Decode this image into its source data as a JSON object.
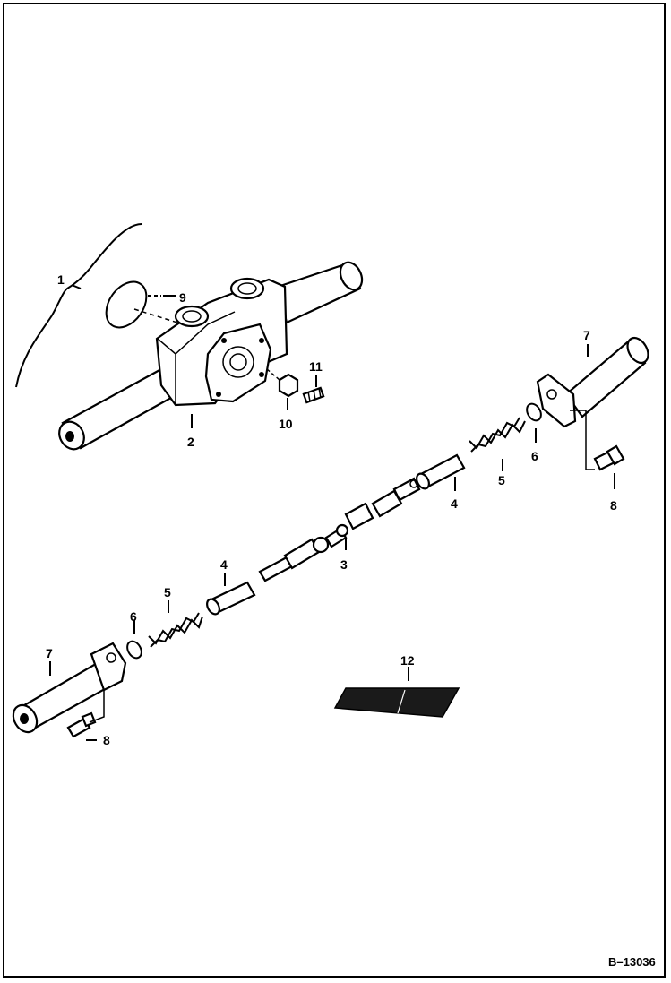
{
  "diagram": {
    "callouts": [
      {
        "id": "c1",
        "text": "1"
      },
      {
        "id": "c9",
        "text": "9"
      },
      {
        "id": "c11",
        "text": "11"
      },
      {
        "id": "c10",
        "text": "10"
      },
      {
        "id": "c2",
        "text": "2"
      },
      {
        "id": "c7a",
        "text": "7"
      },
      {
        "id": "c6a",
        "text": "6"
      },
      {
        "id": "c5a",
        "text": "5"
      },
      {
        "id": "c4a",
        "text": "4"
      },
      {
        "id": "c8a",
        "text": "8"
      },
      {
        "id": "c3",
        "text": "3"
      },
      {
        "id": "c4b",
        "text": "4"
      },
      {
        "id": "c5b",
        "text": "5"
      },
      {
        "id": "c6b",
        "text": "6"
      },
      {
        "id": "c7b",
        "text": "7"
      },
      {
        "id": "c8b",
        "text": "8"
      },
      {
        "id": "c12",
        "text": "12"
      }
    ],
    "figure_ref": "B–13036"
  }
}
